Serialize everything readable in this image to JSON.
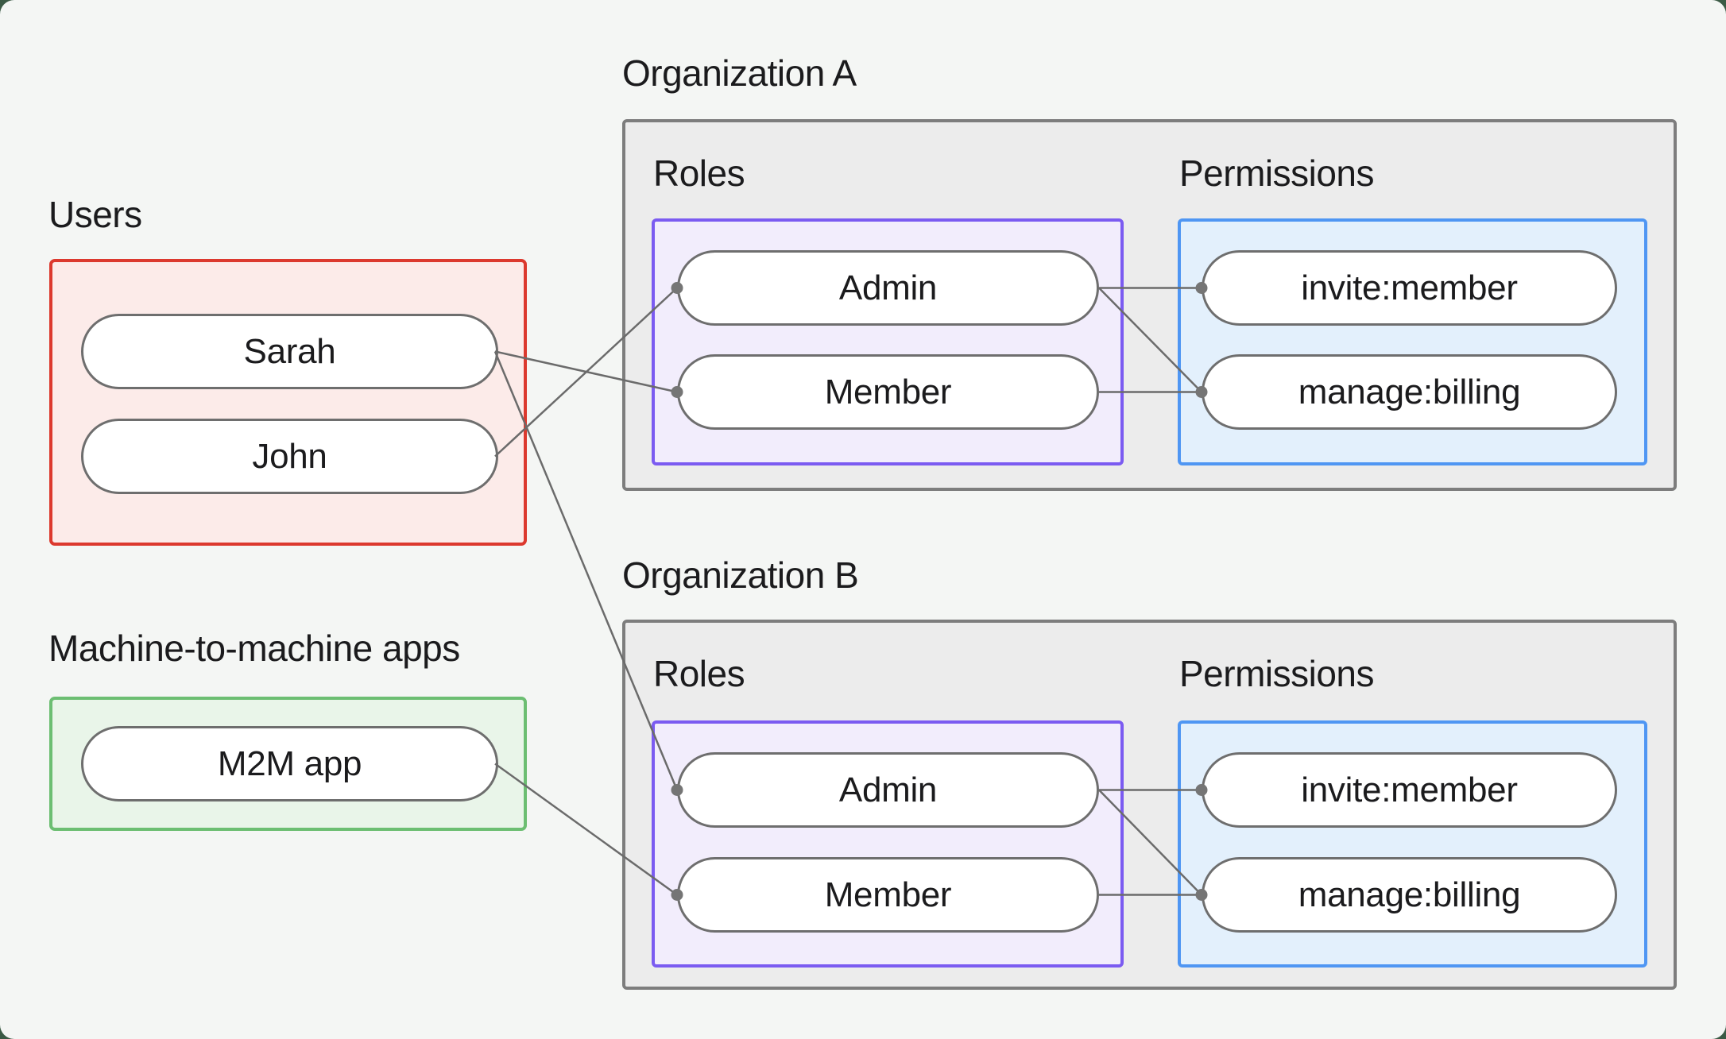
{
  "page": {
    "background": "#f4f6f4",
    "outer_background": "#3b5a45"
  },
  "sections": {
    "users": {
      "label": "Users",
      "items": [
        "Sarah",
        "John"
      ]
    },
    "m2m": {
      "label": "Machine-to-machine apps",
      "items": [
        "M2M app"
      ]
    },
    "org_a": {
      "label": "Organization A",
      "roles_label": "Roles",
      "permissions_label": "Permissions",
      "roles": [
        "Admin",
        "Member"
      ],
      "permissions": [
        "invite:member",
        "manage:billing"
      ]
    },
    "org_b": {
      "label": "Organization B",
      "roles_label": "Roles",
      "permissions_label": "Permissions",
      "roles": [
        "Admin",
        "Member"
      ],
      "permissions": [
        "invite:member",
        "manage:billing"
      ]
    }
  },
  "connections": [
    {
      "from": "Sarah",
      "to": "Organization A / Member"
    },
    {
      "from": "John",
      "to": "Organization A / Admin"
    },
    {
      "from": "Sarah",
      "to": "Organization B / Admin"
    },
    {
      "from": "M2M app",
      "to": "Organization B / Member"
    },
    {
      "from": "Organization A / Admin",
      "to": "Organization A / invite:member"
    },
    {
      "from": "Organization A / Admin",
      "to": "Organization A / manage:billing"
    },
    {
      "from": "Organization A / Member",
      "to": "Organization A / manage:billing"
    },
    {
      "from": "Organization B / Admin",
      "to": "Organization B / invite:member"
    },
    {
      "from": "Organization B / Admin",
      "to": "Organization B / manage:billing"
    },
    {
      "from": "Organization B / Member",
      "to": "Organization B / manage:billing"
    }
  ],
  "colors": {
    "users_border": "#dc392e",
    "users_fill": "#fcebe9",
    "m2m_border": "#6cbe72",
    "m2m_fill": "#e9f5e9",
    "org_border": "#7d7d7d",
    "org_fill": "#ececec",
    "roles_border": "#7b5bf1",
    "roles_fill": "#f2edfc",
    "permissions_border": "#4f96f3",
    "permissions_fill": "#e3f0fc",
    "node_fill": "#ffffff",
    "node_border": "#6e6e6e",
    "connector": "#6b6b6b",
    "text": "#1b1b1d"
  }
}
